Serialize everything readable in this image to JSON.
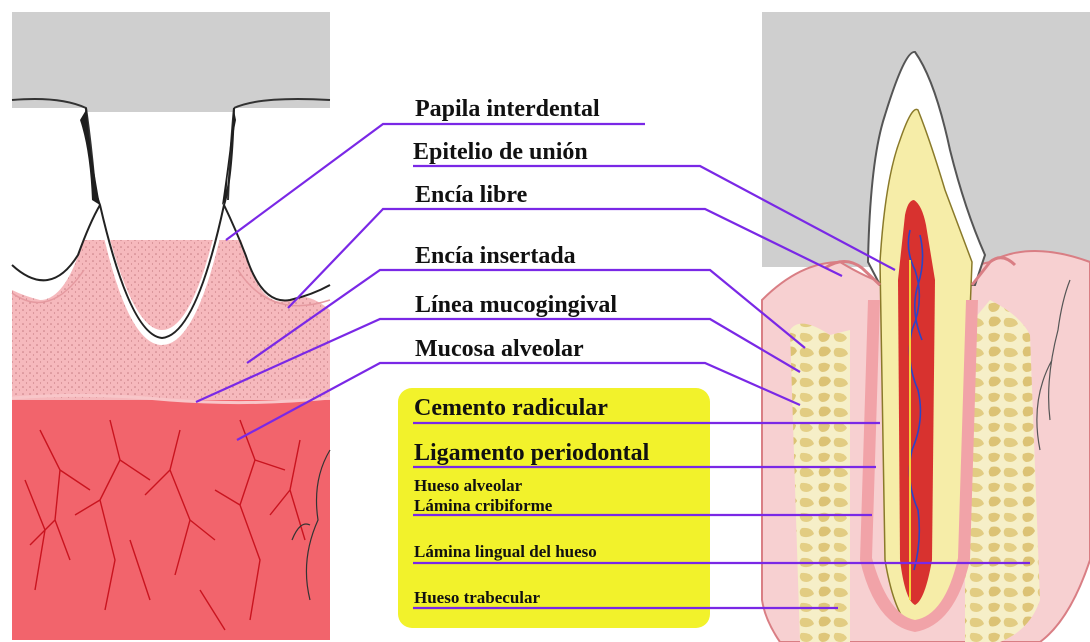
{
  "labels": {
    "papila_interdental": "Papila interdental",
    "epitelio_union": "Epitelio de unión",
    "encia_libre": "Encía libre",
    "encia_insertada": "Encía insertada",
    "linea_mucogingival": "Línea mucogingival",
    "mucosa_alveolar": "Mucosa alveolar",
    "cemento_radicular": "Cemento radicular",
    "ligamento_periodontal": "Ligamento periodontal",
    "hueso_alveolar": "Hueso alveolar",
    "lamina_cribiforme": "Lámina cribiforme",
    "lamina_lingual": "Lámina lingual del hueso",
    "hueso_trabecular": "Hueso trabecular"
  },
  "colors": {
    "leader_line": "#7a28e6",
    "highlight_box": "#f2f22b",
    "gingiva": "#f5b7bb",
    "alveolar_mucosa": "#f2636b",
    "bone": "#f1e6a8",
    "pulp": "#d8322f"
  }
}
